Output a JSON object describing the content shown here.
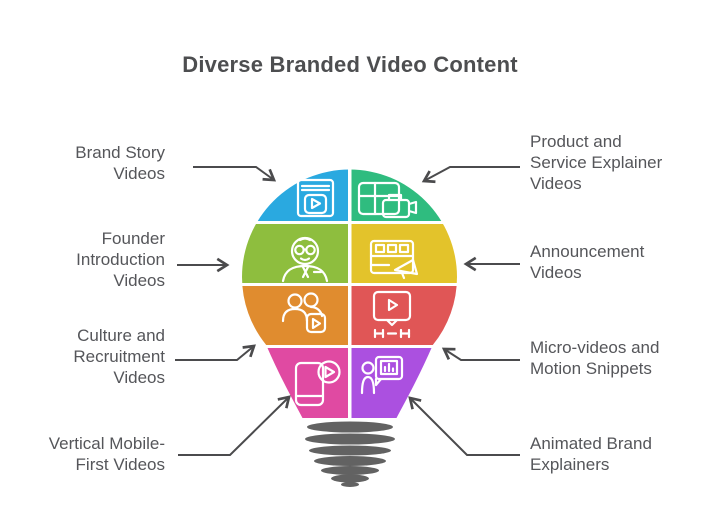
{
  "title": "Diverse Branded Video Content",
  "colors": {
    "background": "#ffffff",
    "title_text": "#4d4e50",
    "label_text": "#55565a",
    "arrow": "#4b4b4d",
    "bulb_base": "#626262",
    "icon_stroke": "#ffffff"
  },
  "segments": [
    {
      "id": "brand-story",
      "label": "Brand Story\nVideos",
      "side": "left",
      "row": 1,
      "color": "#2aa9e0",
      "icon": "book-play-icon"
    },
    {
      "id": "product-explainer",
      "label": "Product and\nService Explainer\nVideos",
      "side": "right",
      "row": 1,
      "color": "#2fbc7f",
      "icon": "screens-camera-icon"
    },
    {
      "id": "founder-intro",
      "label": "Founder\nIntroduction\nVideos",
      "side": "left",
      "row": 2,
      "color": "#8ebe3e",
      "icon": "founder-avatar-icon"
    },
    {
      "id": "announcement",
      "label": "Announcement\nVideos",
      "side": "right",
      "row": 2,
      "color": "#e3c32b",
      "icon": "filmstrip-megaphone-icon"
    },
    {
      "id": "culture-recruitment",
      "label": "Culture and\nRecruitment\nVideos",
      "side": "left",
      "row": 3,
      "color": "#e08c2f",
      "icon": "team-play-icon"
    },
    {
      "id": "micro-videos",
      "label": "Micro-videos and\nMotion Snippets",
      "side": "right",
      "row": 3,
      "color": "#e05656",
      "icon": "video-message-trim-icon"
    },
    {
      "id": "vertical-mobile",
      "label": "Vertical Mobile-\nFirst Videos",
      "side": "left",
      "row": 4,
      "color": "#e04aa2",
      "icon": "mobile-play-icon"
    },
    {
      "id": "animated-explainers",
      "label": "Animated Brand\nExplainers",
      "side": "right",
      "row": 4,
      "color": "#ab50e0",
      "icon": "presenter-bubble-icon"
    }
  ]
}
